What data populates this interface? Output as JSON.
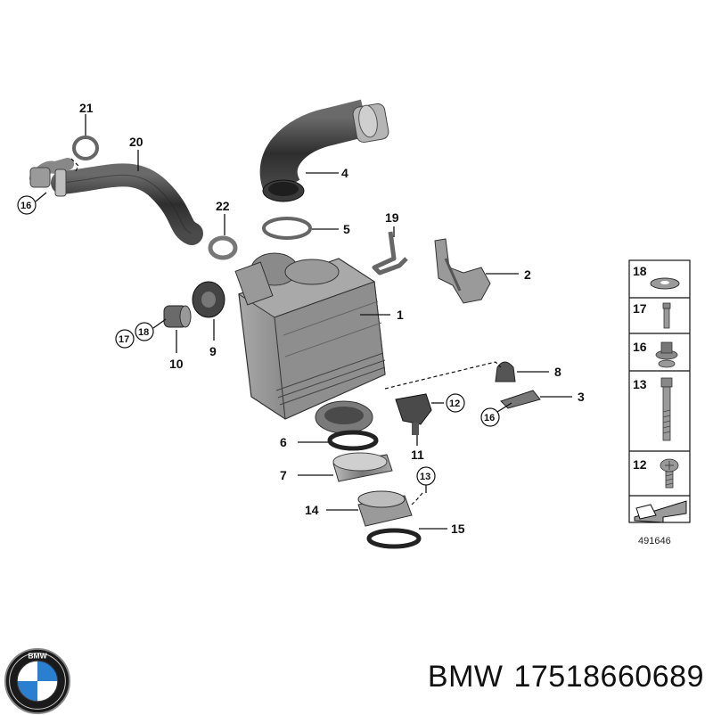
{
  "diagram": {
    "figure_id": "491646",
    "callouts": {
      "c1": "1",
      "c2": "2",
      "c3": "3",
      "c4": "4",
      "c5": "5",
      "c6": "6",
      "c7": "7",
      "c8": "8",
      "c9": "9",
      "c10": "10",
      "c11": "11",
      "c12": "12",
      "c13": "13",
      "c14": "14",
      "c15": "15",
      "c16a": "16",
      "c16b": "16",
      "c17": "17",
      "c18": "18",
      "c19": "19",
      "c20": "20",
      "c21": "21",
      "c22": "22"
    },
    "legend": [
      "18",
      "17",
      "16",
      "13",
      "12"
    ]
  },
  "footer": {
    "brand": "BMW",
    "part_number": "17518660689",
    "logo_text": "BMW"
  },
  "colors": {
    "line": "#111111",
    "part_dark": "#3a3a3a",
    "part_mid": "#8c8c8c",
    "part_light": "#c8c8c8",
    "bmw_blue": "#2a7fd0"
  }
}
